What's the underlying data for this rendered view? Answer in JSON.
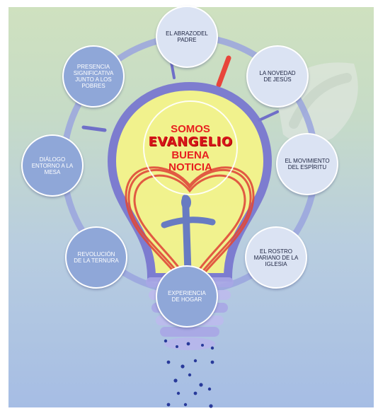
{
  "center": {
    "line1": "SOMOS",
    "line2": "EVANGELIO",
    "line3": "BUENA",
    "line4": "NOTICIA"
  },
  "nodes": [
    {
      "label": "EL ABRAZODEL PADRE"
    },
    {
      "label": "LA NOVEDAD DE JESÚS"
    },
    {
      "label": "EL MOVIMIENTO DEL ESPÍRITU"
    },
    {
      "label": "EL ROSTRO MARIANO DE LA IGLESIA"
    },
    {
      "label": "EXPERIENCIA DE HOGAR"
    },
    {
      "label": "REVOLUCIÓN DE LA TERNURA"
    },
    {
      "label": "DIÁLOGO ENTORNO A LA MESA"
    },
    {
      "label": "PRESENCIA SIGNIFICATIVA JUNTO A LOS POBRES"
    }
  ],
  "colors": {
    "ring": "#9aa4de",
    "bulb_fill": "#f4f48a",
    "bulb_outline": "#6f6fc8",
    "heart": "#e04a3a",
    "cross": "#5a6fc8"
  },
  "icons": {
    "bulb": "lightbulb-icon",
    "heart": "heart-icon",
    "cross": "cross-icon",
    "watermark": "logo-watermark-icon"
  }
}
